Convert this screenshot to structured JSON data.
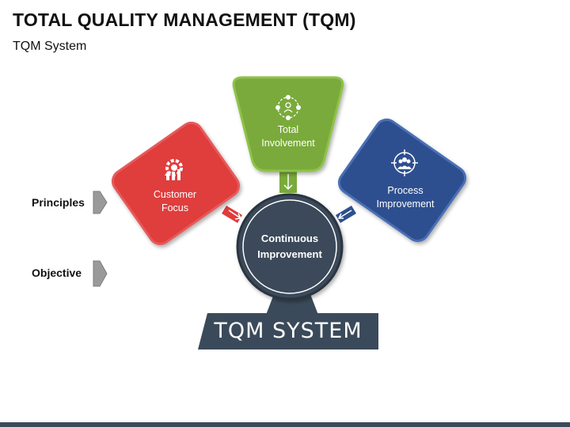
{
  "header": {
    "title": "TOTAL QUALITY MANAGEMENT (TQM)",
    "subtitle": "TQM System"
  },
  "side_labels": {
    "principles": "Principles",
    "objective": "Objective"
  },
  "principles": {
    "customer_focus": {
      "line1": "Customer",
      "line2": "Focus",
      "color": "#e03c3c",
      "icon": "gear-arrows-icon"
    },
    "total_involvement": {
      "line1": "Total",
      "line2": "Involvement",
      "color": "#7aaa3a",
      "icon": "people-network-icon"
    },
    "process_improvement": {
      "line1": "Process",
      "line2": "Improvement",
      "color": "#2f4f8f",
      "icon": "team-target-icon"
    }
  },
  "objective": {
    "line1": "Continuous",
    "line2": "Improvement",
    "color": "#3b4a5a"
  },
  "base": {
    "label": "TQM SYSTEM",
    "color": "#3b4a5a"
  }
}
